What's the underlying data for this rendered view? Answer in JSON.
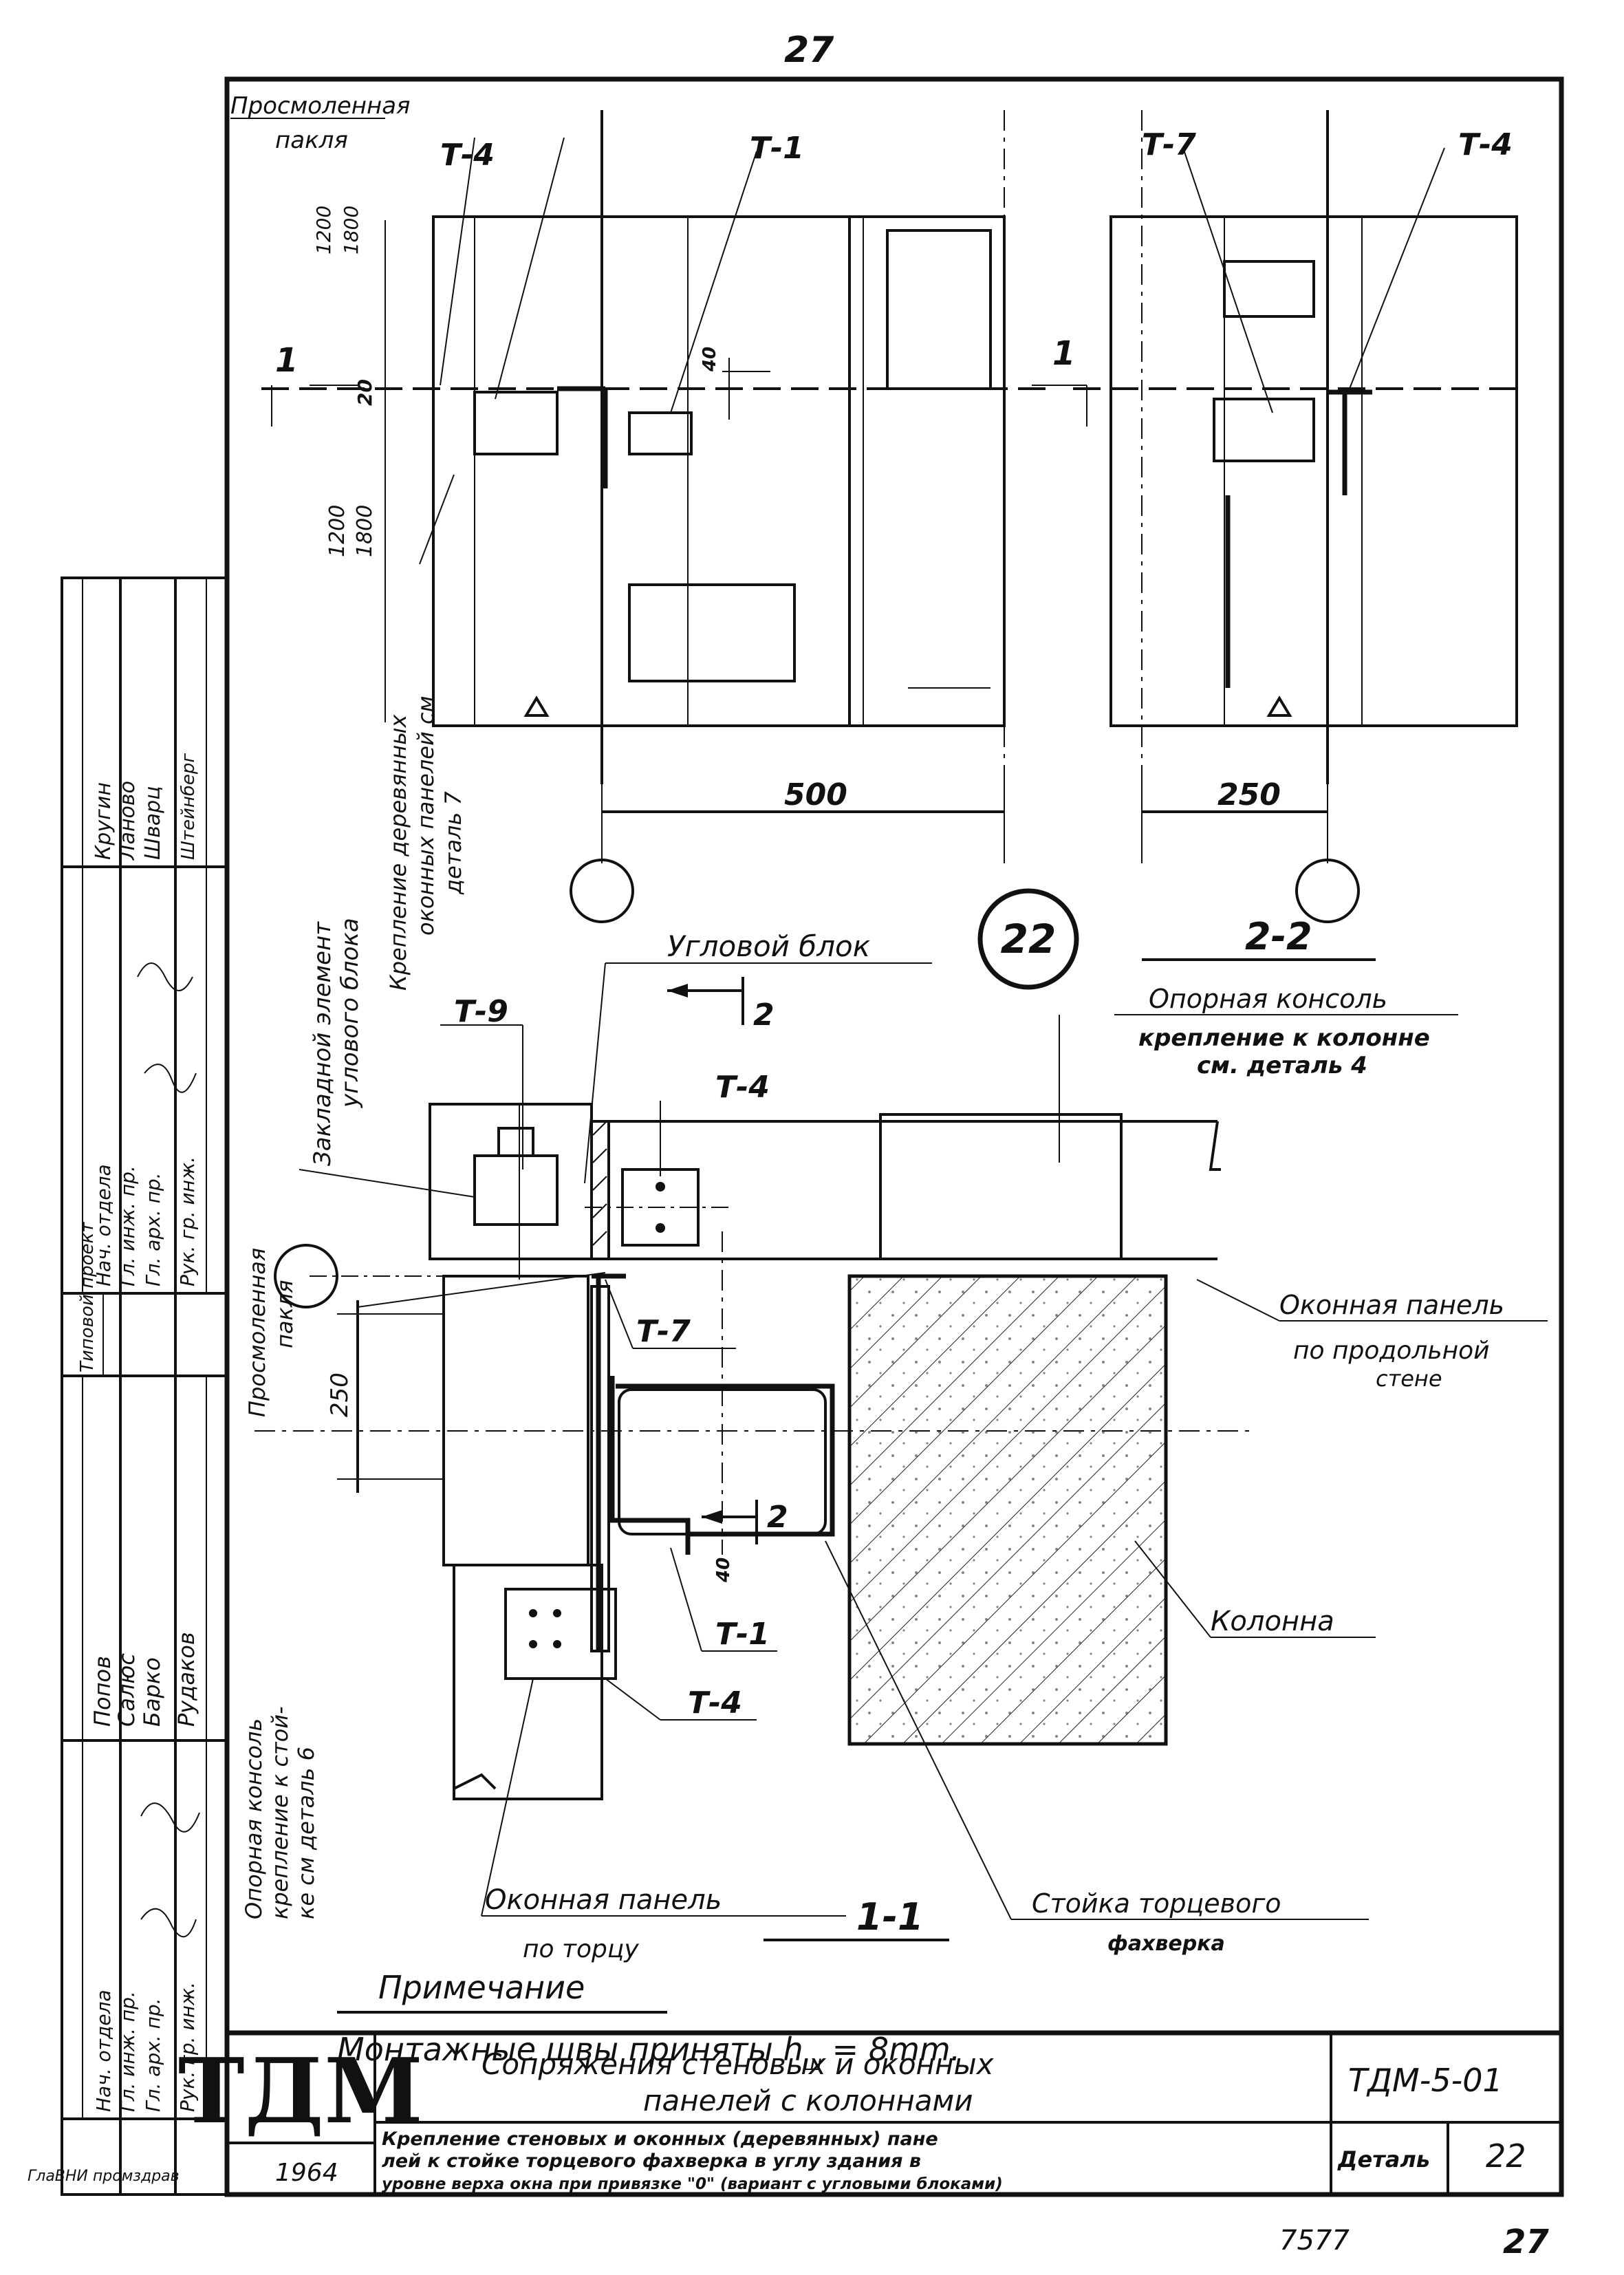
{
  "page_number_top": "27",
  "page_number_bottom": "27",
  "archive_number": "7577",
  "elevation_left": {
    "label_tarred_tow_1": "Просмоленная",
    "label_tarred_tow_2": "пакля",
    "tag_t4": "Т-4",
    "tag_t1": "Т-1",
    "dim_top_a": "1200",
    "dim_top_b": "1800",
    "dim_mid": "20",
    "dim_low_a": "1200",
    "dim_low_b": "1800",
    "dim_gap": "40",
    "section_mark": "1",
    "dim_bottom": "500",
    "vertical_note_1": "Крепление деревянных",
    "vertical_note_2": "оконных панелей см",
    "vertical_note_3": "деталь 7"
  },
  "elevation_right": {
    "tag_t7": "Т-7",
    "tag_t4": "Т-4",
    "section_mark": "1",
    "dim_bottom": "250",
    "section_title": "2-2"
  },
  "detail_number": "22",
  "plan": {
    "corner_block": "Угловой блок",
    "embedded_el_1": "Закладной элемент",
    "embedded_el_2": "углового блока",
    "tag_t9": "Т-9",
    "tag_t4_top": "Т-4",
    "section_mark_top": "2",
    "bracket_title": "Опорная консоль",
    "bracket_note_1": "крепление к колонне",
    "bracket_note_2": "см. деталь 4",
    "tag_t7": "Т-7",
    "window_panel_long_1": "Оконная панель",
    "window_panel_long_2": "по продольной",
    "window_panel_long_3": "стене",
    "dim_250": "250",
    "tarred_tow_v_1": "Просмоленная",
    "tarred_tow_v_2": "пакля",
    "section_mark_mid": "2",
    "dim_40": "40",
    "tag_t1": "Т-1",
    "tag_t4_bottom": "Т-4",
    "column": "Колонна",
    "bracket_v_1": "Опорная консоль",
    "bracket_v_2": "крепление к стой-",
    "bracket_v_3": "ке см деталь 6",
    "window_panel_end_1": "Оконная панель",
    "window_panel_end_2": "по торцу",
    "section_title": "1-1",
    "post_1": "Стойка торцевого",
    "post_2": "фахверка"
  },
  "note": {
    "title": "Примечание",
    "text_before": "Монтажные швы приняты h",
    "subscript": "ш",
    "text_after": " = 8mm."
  },
  "sidebar": {
    "rows": [
      [
        "Нач. отдела",
        "",
        "Кругин"
      ],
      [
        "Гл. инж. пр.",
        "",
        "Ланово"
      ],
      [
        "Гл. арх. пр.",
        "",
        "Шварц"
      ],
      [
        "Рук. гр. инж.",
        "",
        "Штейнберг"
      ],
      [
        "Типовой проект",
        "",
        ""
      ],
      [
        "Нач. отдела",
        "",
        "Попов"
      ],
      [
        "Гл. инж. пр.",
        "",
        "Салюс"
      ],
      [
        "Гл. арх. пр.",
        "",
        "Барко"
      ],
      [
        "Рук. гр. инж.",
        "",
        "Рудаков"
      ]
    ],
    "stamp_bottom": "ГлаВНИ промздрав"
  },
  "title_block": {
    "logo": "ТДМ",
    "year": "1964",
    "title_1": "Сопряжения стеновых и оконных",
    "title_2": "панелей с колоннами",
    "desc_1": "Крепление стеновых и оконных (деревянных) пане",
    "desc_2": "лей к стойке торцевого фахверка в углу здания в",
    "desc_3": "уровне верха окна при привязке \"0\" (вариант с угловыми блоками)",
    "code": "ТДМ-5-01",
    "detail_label": "Деталь",
    "detail_value": "22"
  }
}
